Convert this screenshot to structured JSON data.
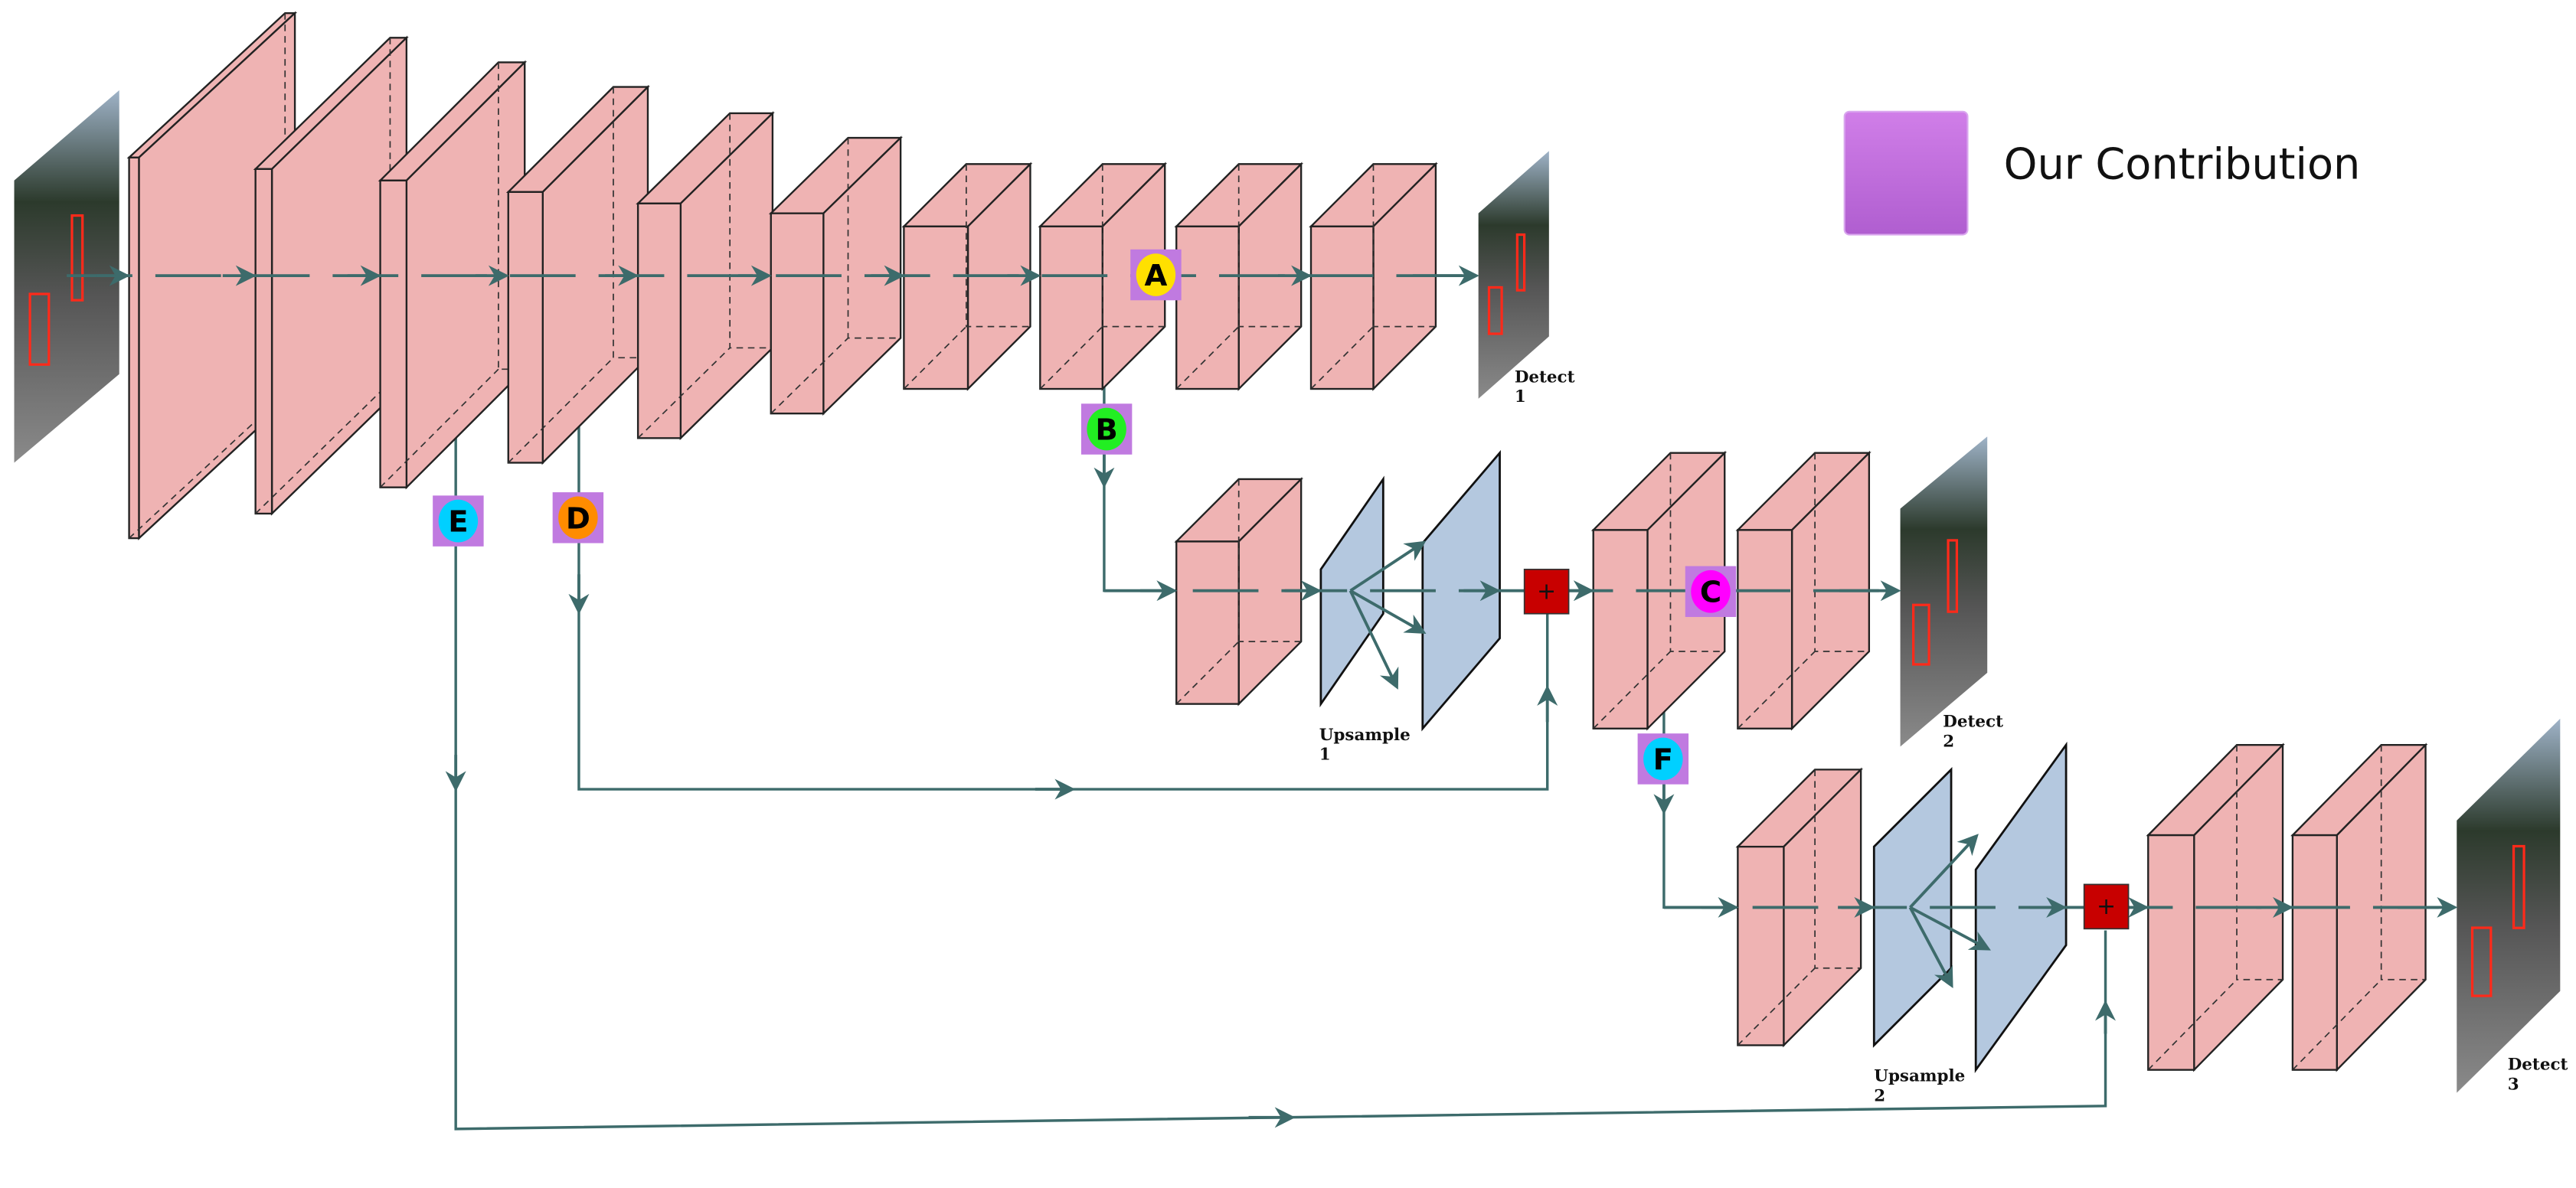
{
  "legend": {
    "label": "Our Contribution",
    "color_top": "#d07ee8",
    "color_bottom": "#b05ed0"
  },
  "colors": {
    "layer_fill": "#efb3b3",
    "upsample_fill": "#b4c8df",
    "arrow": "#3d6b6b",
    "add_fill": "#c80000",
    "badge_bg": "#c07ae0"
  },
  "labels": {
    "detect1": [
      "Detect",
      "1"
    ],
    "detect2": [
      "Detect",
      "2"
    ],
    "detect3": [
      "Detect",
      "3"
    ],
    "upsample1": [
      "Upsample",
      "1"
    ],
    "upsample2": [
      "Upsample",
      "2"
    ]
  },
  "add_symbol": "+",
  "badges": [
    {
      "letter": "A",
      "color": "#ffe000"
    },
    {
      "letter": "B",
      "color": "#22ee22"
    },
    {
      "letter": "C",
      "color": "#ff00ff"
    },
    {
      "letter": "D",
      "color": "#ff8c00"
    },
    {
      "letter": "E",
      "color": "#00d0ff"
    },
    {
      "letter": "F",
      "color": "#00d0ff"
    }
  ]
}
